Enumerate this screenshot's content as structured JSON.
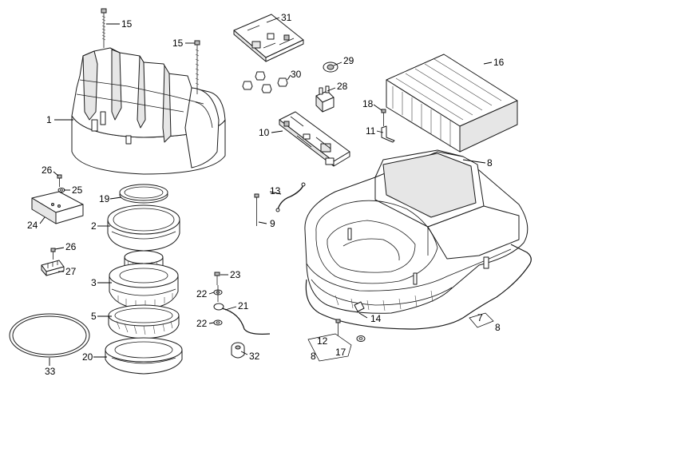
{
  "callouts": [
    {
      "id": "c1",
      "text": "1"
    },
    {
      "id": "c2",
      "text": "2"
    },
    {
      "id": "c3",
      "text": "3"
    },
    {
      "id": "c5",
      "text": "5"
    },
    {
      "id": "c7",
      "text": "7"
    },
    {
      "id": "c8a",
      "text": "8"
    },
    {
      "id": "c8b",
      "text": "8"
    },
    {
      "id": "c8c",
      "text": "8"
    },
    {
      "id": "c9",
      "text": "9"
    },
    {
      "id": "c10",
      "text": "10"
    },
    {
      "id": "c11",
      "text": "11"
    },
    {
      "id": "c12",
      "text": "12"
    },
    {
      "id": "c13",
      "text": "13"
    },
    {
      "id": "c14",
      "text": "14"
    },
    {
      "id": "c15a",
      "text": "15"
    },
    {
      "id": "c15b",
      "text": "15"
    },
    {
      "id": "c16",
      "text": "16"
    },
    {
      "id": "c17",
      "text": "17"
    },
    {
      "id": "c18",
      "text": "18"
    },
    {
      "id": "c19",
      "text": "19"
    },
    {
      "id": "c20",
      "text": "20"
    },
    {
      "id": "c21",
      "text": "21"
    },
    {
      "id": "c22a",
      "text": "22"
    },
    {
      "id": "c22b",
      "text": "22"
    },
    {
      "id": "c23",
      "text": "23"
    },
    {
      "id": "c24",
      "text": "24"
    },
    {
      "id": "c25",
      "text": "25"
    },
    {
      "id": "c26a",
      "text": "26"
    },
    {
      "id": "c26b",
      "text": "26"
    },
    {
      "id": "c27",
      "text": "27"
    },
    {
      "id": "c28",
      "text": "28"
    },
    {
      "id": "c29",
      "text": "29"
    },
    {
      "id": "c30",
      "text": "30"
    },
    {
      "id": "c31",
      "text": "31"
    },
    {
      "id": "c32",
      "text": "32"
    },
    {
      "id": "c33",
      "text": "33"
    }
  ]
}
